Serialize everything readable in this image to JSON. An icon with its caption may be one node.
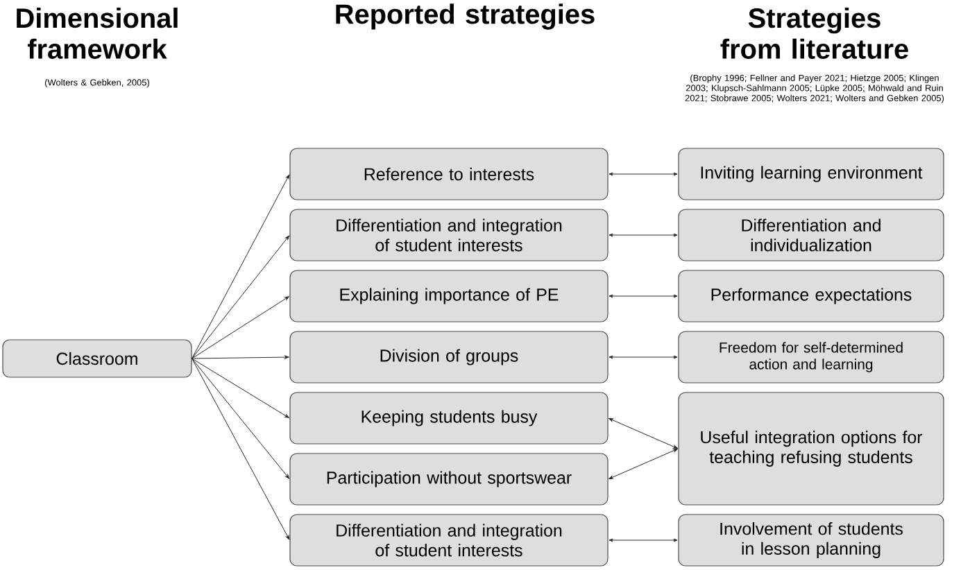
{
  "diagram": {
    "nodes": [
      {
        "text": [
          "Classroom"
        ]
      },
      {
        "text": [
          "Reference to interests"
        ]
      },
      {
        "text": [
          "Differentiation and integration of student interests"
        ]
      },
      {
        "text": [
          "Explaining importance of PE"
        ]
      },
      {
        "text": [
          "Division of groups"
        ]
      },
      {
        "text": [
          "Keeping students busy"
        ]
      },
      {
        "text": [
          "Participation without sportswear"
        ]
      },
      {
        "text": [
          "Differentiation and integration of student interests"
        ]
      },
      {
        "text": [
          "Inviting learning environment"
        ]
      },
      {
        "text": [
          "Differentiation and individualization"
        ]
      },
      {
        "text": [
          "Performance expectations"
        ]
      },
      {
        "text": [
          "Freedom for self-determined action and learning"
        ]
      },
      {
        "text": [
          "Useful integration options for teaching refusing students"
        ]
      },
      {
        "text": [
          "Involvement of students in lesson planning"
        ]
      }
    ],
    "edges": [
      {
        "from": 0,
        "to": 1,
        "arrow": "to"
      },
      {
        "from": 0,
        "to": 2,
        "arrow": "to"
      },
      {
        "from": 0,
        "to": 3,
        "arrow": "to"
      },
      {
        "from": 0,
        "to": 4,
        "arrow": "to"
      },
      {
        "from": 0,
        "to": 5,
        "arrow": "to"
      },
      {
        "from": 0,
        "to": 6,
        "arrow": "to"
      },
      {
        "from": 0,
        "to": 7,
        "arrow": "to"
      },
      {
        "from": 1,
        "to": 8,
        "arrow": "both"
      },
      {
        "from": 2,
        "to": 9,
        "arrow": "both"
      },
      {
        "from": 3,
        "to": 10,
        "arrow": "both"
      },
      {
        "from": 4,
        "to": 11,
        "arrow": "both"
      },
      {
        "from": 5,
        "to": 12,
        "arrow": "both"
      },
      {
        "from": 6,
        "to": 12,
        "arrow": "both"
      },
      {
        "from": 7,
        "to": 13,
        "arrow": "both"
      }
    ],
    "labels": [
      "Dimensional framework",
      "(Wolters & Gebken, 2005)",
      "Reported strategies",
      "Strategies from literature",
      "(Brophy 1996; Fellner and Payer 2021; Hietzge 2005; Klingen 2003; Klupsch-Sahlmann 2005;  Lüpke 2005; Möhwald and Ruin 2021; Stobrawe 2005; Wolters 2021; Wolters and Gebken 2005)"
    ]
  }
}
